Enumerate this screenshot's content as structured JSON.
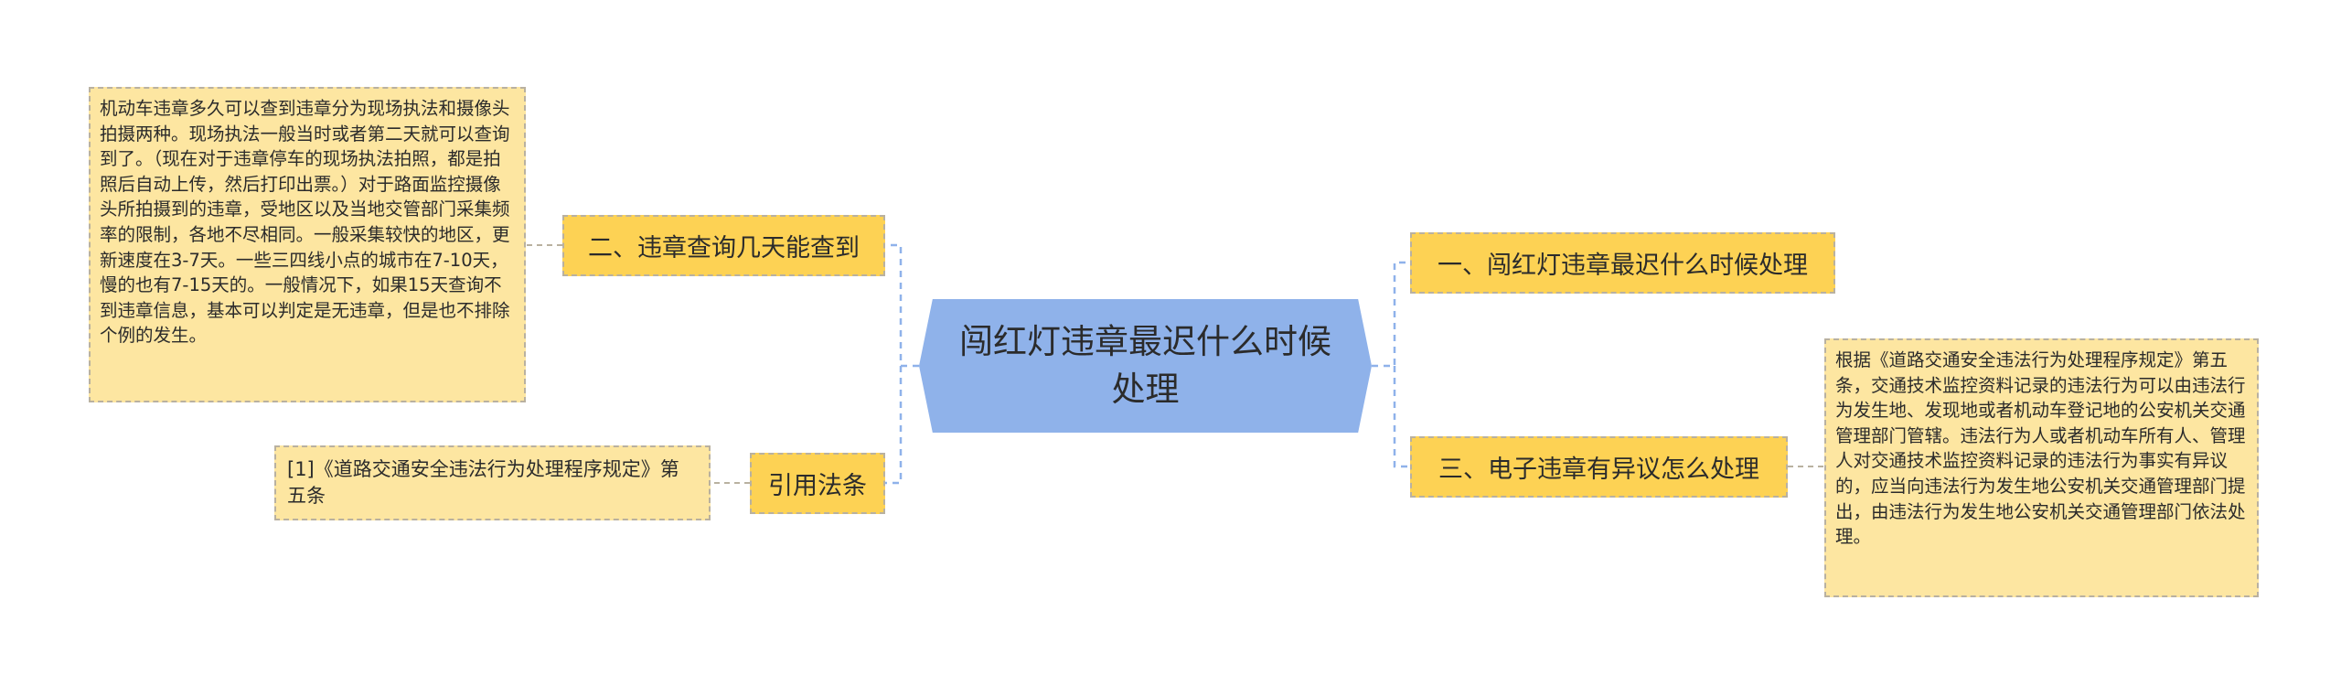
{
  "center": {
    "title": "闯红灯违章最迟什么时候处理"
  },
  "branches": {
    "b1": {
      "label": "二、违章查询几天能查到"
    },
    "b2": {
      "label": "引用法条"
    },
    "b3": {
      "label": "一、闯红灯违章最迟什么时候处理"
    },
    "b4": {
      "label": "三、电子违章有异议怎么处理"
    }
  },
  "notes": {
    "n1": "机动车违章多久可以查到违章分为现场执法和摄像头拍摄两种。现场执法一般当时或者第二天就可以查询到了。（现在对于违章停车的现场执法拍照，都是拍照后自动上传，然后打印出票。）对于路面监控摄像头所拍摄到的违章，受地区以及当地交管部门采集频率的限制，各地不尽相同。一般采集较快的地区，更新速度在3-7天。一些三四线小点的城市在7-10天，慢的也有7-15天的。一般情况下，如果15天查询不到违章信息，基本可以判定是无违章，但是也不排除个例的发生。",
    "n2": "[1]《道路交通安全违法行为处理程序规定》第五条",
    "n4": "根据《道路交通安全违法行为处理程序规定》第五条，交通技术监控资料记录的违法行为可以由违法行为发生地、发现地或者机动车登记地的公安机关交通管理部门管辖。违法行为人或者机动车所有人、管理人对交通技术监控资料记录的违法行为事实有异议的，应当向违法行为发生地公安机关交通管理部门提出，由违法行为发生地公安机关交通管理部门依法处理。"
  },
  "colors": {
    "center_fill": "#8fb2ea",
    "branch_fill": "#fdd254",
    "note_fill": "#fde6a1",
    "connector": "#8fb2ea",
    "border": "#b9b1a0"
  }
}
